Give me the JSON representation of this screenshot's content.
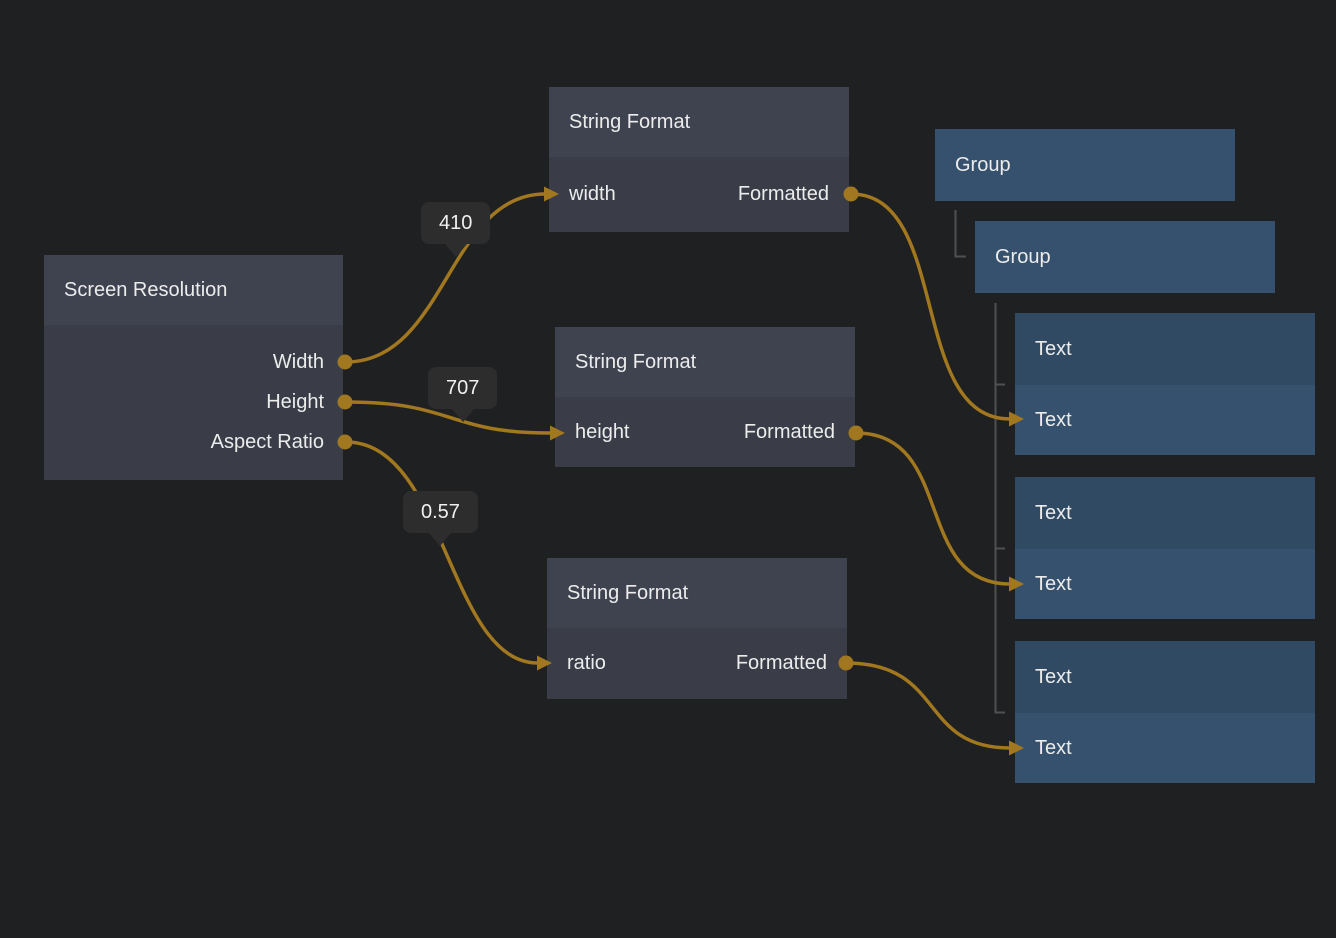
{
  "editor": {
    "background": "#1f2021",
    "wire_color": "#a1771f",
    "tree_connector_color": "#4f5054",
    "node_gray_header": "#3f4350",
    "node_gray_body": "#3a3d48",
    "node_blue_header": "#304a63",
    "node_blue_body": "#35516d",
    "badge_background": "#2d2d2e",
    "text_color": "#ececec"
  },
  "nodes": {
    "screen_resolution": {
      "title": "Screen Resolution",
      "outputs": [
        "Width",
        "Height",
        "Aspect Ratio"
      ]
    },
    "string_format_width": {
      "title": "String Format",
      "input": "width",
      "output": "Formatted"
    },
    "string_format_height": {
      "title": "String Format",
      "input": "height",
      "output": "Formatted"
    },
    "string_format_ratio": {
      "title": "String Format",
      "input": "ratio",
      "output": "Formatted"
    },
    "group_outer": {
      "title": "Group"
    },
    "group_inner": {
      "title": "Group"
    },
    "text_width": {
      "title": "Text",
      "input": "Text"
    },
    "text_height": {
      "title": "Text",
      "input": "Text"
    },
    "text_ratio": {
      "title": "Text",
      "input": "Text"
    }
  },
  "wire_values": {
    "width": "410",
    "height": "707",
    "ratio": "0.57"
  }
}
